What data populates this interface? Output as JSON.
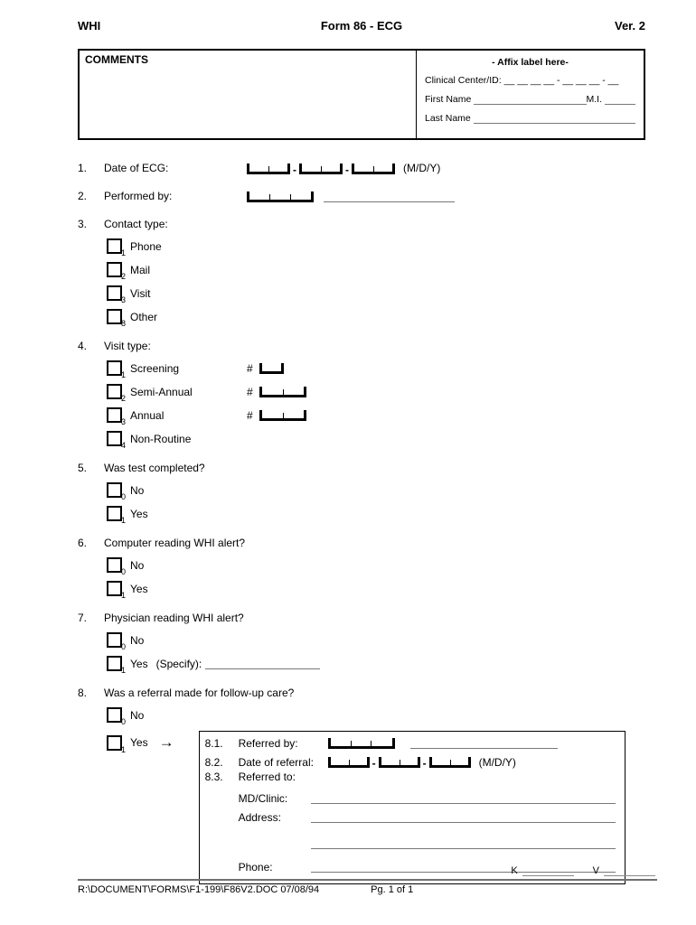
{
  "header": {
    "org": "WHI",
    "title": "Form 86 - ECG",
    "version": "Ver. 2"
  },
  "label_box": {
    "comments_title": "COMMENTS",
    "affix_title": "- Affix label here-",
    "clinical_center_label": "Clinical Center/ID:",
    "clinical_center_blanks": "__ __   __ __ - __ __ __ - __",
    "first_name_label": "First Name",
    "mi_label": "M.I.",
    "last_name_label": "Last Name"
  },
  "symbols": {
    "date_separator": "-",
    "arrow": "→",
    "number_sign": "#"
  },
  "questions": {
    "q1": {
      "number": "1.",
      "label": "Date of ECG:",
      "format": "(M/D/Y)"
    },
    "q2": {
      "number": "2.",
      "label": "Performed by:"
    },
    "q3": {
      "number": "3.",
      "label": "Contact type:",
      "options": [
        {
          "code": "1",
          "label": "Phone"
        },
        {
          "code": "2",
          "label": "Mail"
        },
        {
          "code": "3",
          "label": "Visit"
        },
        {
          "code": "8",
          "label": "Other"
        }
      ]
    },
    "q4": {
      "number": "4.",
      "label": "Visit type:",
      "options": [
        {
          "code": "1",
          "label": "Screening"
        },
        {
          "code": "2",
          "label": "Semi-Annual"
        },
        {
          "code": "3",
          "label": "Annual"
        },
        {
          "code": "4",
          "label": "Non-Routine"
        }
      ]
    },
    "q5": {
      "number": "5.",
      "label": "Was test completed?",
      "options": [
        {
          "code": "0",
          "label": "No"
        },
        {
          "code": "1",
          "label": "Yes"
        }
      ]
    },
    "q6": {
      "number": "6.",
      "label": "Computer reading WHI alert?",
      "options": [
        {
          "code": "0",
          "label": "No"
        },
        {
          "code": "1",
          "label": "Yes"
        }
      ]
    },
    "q7": {
      "number": "7.",
      "label": "Physician reading WHI alert?",
      "specify_label": "(Specify):",
      "options": [
        {
          "code": "0",
          "label": "No"
        },
        {
          "code": "1",
          "label": "Yes"
        }
      ]
    },
    "q8": {
      "number": "8.",
      "label": "Was a referral made for follow-up care?",
      "options": [
        {
          "code": "0",
          "label": "No"
        },
        {
          "code": "1",
          "label": "Yes"
        }
      ]
    }
  },
  "referral": {
    "q81": {
      "number": "8.1.",
      "label": "Referred by:"
    },
    "q82": {
      "number": "8.2.",
      "label": "Date of referral:",
      "format": "(M/D/Y)"
    },
    "q83": {
      "number": "8.3.",
      "label": "Referred to:"
    },
    "md_clinic_label": "MD/Clinic:",
    "address_label": "Address:",
    "phone_label": "Phone:"
  },
  "footer": {
    "k_label": "K",
    "v_label": "V",
    "file_reference": "R:\\DOCUMENT\\FORMS\\F1-199\\F86V2.DOC  07/08/94",
    "page_number": "Pg. 1 of 1"
  }
}
